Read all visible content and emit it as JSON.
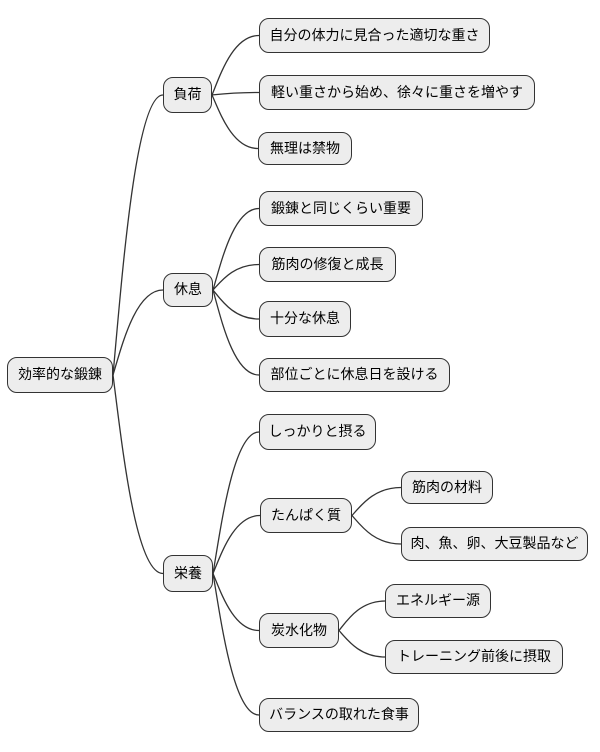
{
  "diagram": {
    "type": "mindmap",
    "colors": {
      "node_fill": "#ededed",
      "node_border": "#333333",
      "connector": "#333333",
      "text": "#000000",
      "background": "#ffffff"
    },
    "root": {
      "id": "root",
      "label": "効率的な鍛錬",
      "children": [
        {
          "id": "load",
          "label": "負荷",
          "children": [
            {
              "id": "load-1",
              "label": "自分の体力に見合った適切な重さ",
              "children": []
            },
            {
              "id": "load-2",
              "label": "軽い重さから始め、徐々に重さを増やす",
              "children": []
            },
            {
              "id": "load-3",
              "label": "無理は禁物",
              "children": []
            }
          ]
        },
        {
          "id": "rest",
          "label": "休息",
          "children": [
            {
              "id": "rest-1",
              "label": "鍛錬と同じくらい重要",
              "children": []
            },
            {
              "id": "rest-2",
              "label": "筋肉の修復と成長",
              "children": []
            },
            {
              "id": "rest-3",
              "label": "十分な休息",
              "children": []
            },
            {
              "id": "rest-4",
              "label": "部位ごとに休息日を設ける",
              "children": []
            }
          ]
        },
        {
          "id": "nutrition",
          "label": "栄養",
          "children": [
            {
              "id": "nutrition-1",
              "label": "しっかりと摂る",
              "children": []
            },
            {
              "id": "protein",
              "label": "たんぱく質",
              "children": [
                {
                  "id": "protein-1",
                  "label": "筋肉の材料",
                  "children": []
                },
                {
                  "id": "protein-2",
                  "label": "肉、魚、卵、大豆製品など",
                  "children": []
                }
              ]
            },
            {
              "id": "carbs",
              "label": "炭水化物",
              "children": [
                {
                  "id": "carbs-1",
                  "label": "エネルギー源",
                  "children": []
                },
                {
                  "id": "carbs-2",
                  "label": "トレーニング前後に摂取",
                  "children": []
                }
              ]
            },
            {
              "id": "nutrition-4",
              "label": "バランスの取れた食事",
              "children": []
            }
          ]
        }
      ]
    }
  }
}
